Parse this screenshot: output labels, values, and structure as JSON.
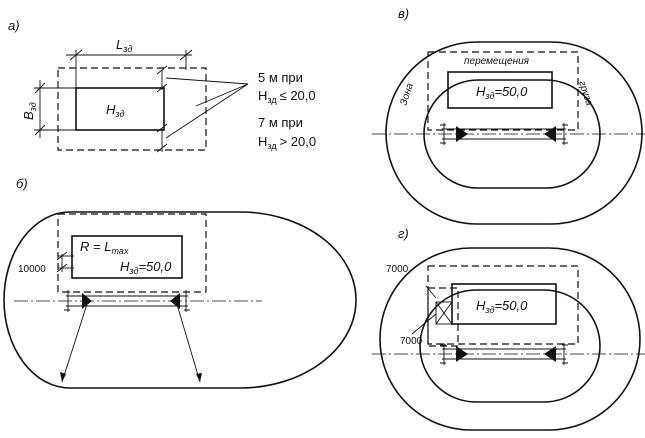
{
  "panels": {
    "a": {
      "label": "а)",
      "dim_length": "L",
      "dim_length_sub": "зд",
      "dim_width": "B",
      "dim_width_sub": "зд",
      "building_label": "H",
      "building_sub": "зд",
      "note_line1": "5 м при",
      "note_line2_h": "H",
      "note_line2_sub": "зд",
      "note_line2_cond": "≤ 20,0",
      "note_line3": "7 м при",
      "note_line4_h": "H",
      "note_line4_sub": "зд",
      "note_line4_cond": "> 20,0"
    },
    "b": {
      "label": "б)",
      "radius_label": "R = L",
      "radius_sub": "max",
      "building_h": "H",
      "building_sub": "зд",
      "building_val": "=50,0",
      "offset": "10000"
    },
    "v": {
      "label": "в)",
      "zone_word1": "Зона",
      "zone_word2": "перемещения",
      "zone_word3": "груза",
      "building_h": "H",
      "building_sub": "зд",
      "building_val": "=50,0"
    },
    "g": {
      "label": "г)",
      "dim_top": "7000",
      "dim_side": "7000",
      "building_h": "H",
      "building_sub": "зд",
      "building_val": "=50,0"
    }
  }
}
